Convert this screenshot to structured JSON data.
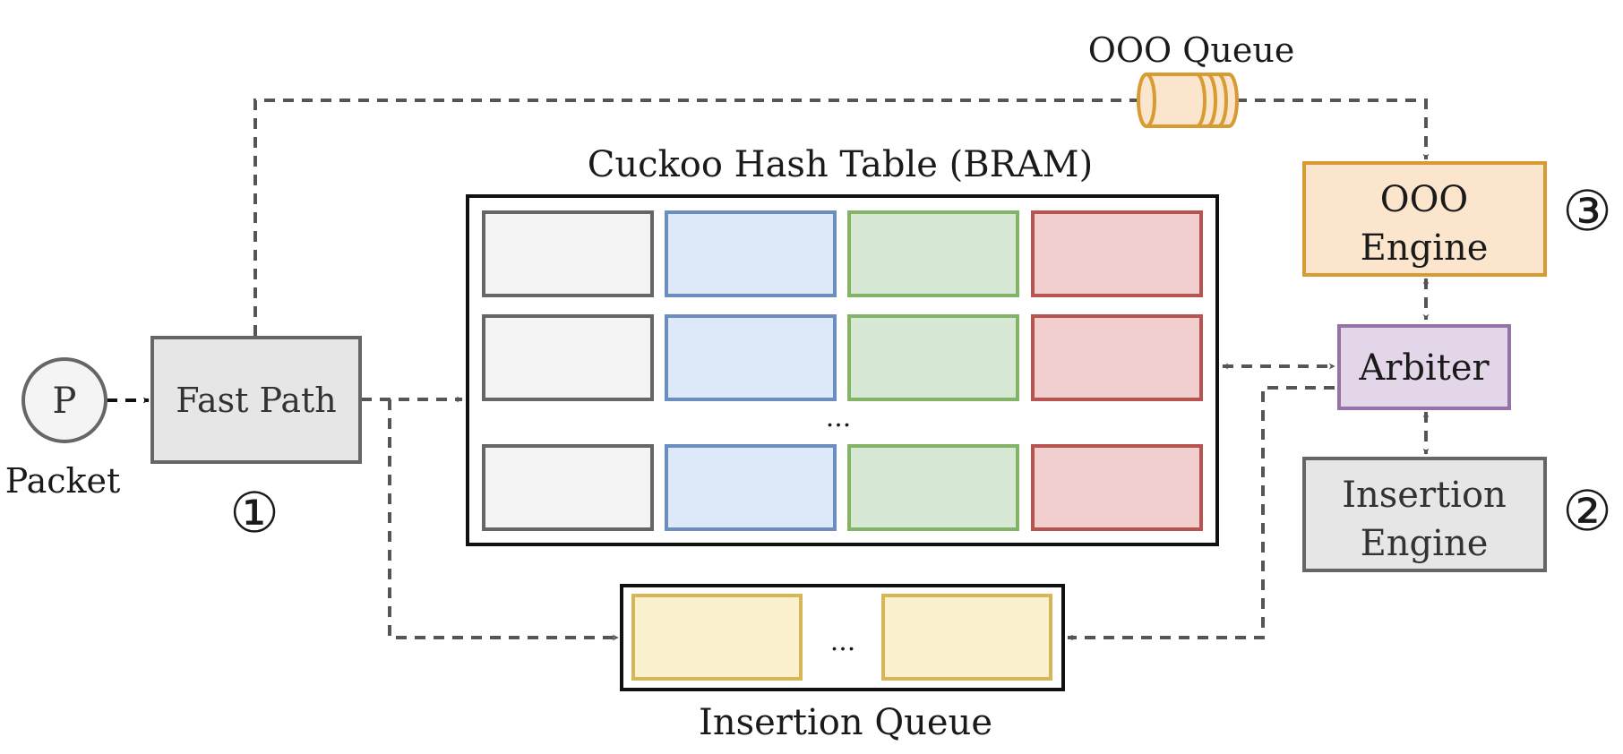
{
  "packet": {
    "symbol": "P",
    "label": "Packet"
  },
  "fast_path": {
    "label": "Fast Path",
    "step": "①"
  },
  "ooo_queue": {
    "label": "OOO Queue"
  },
  "hash_table": {
    "title": "Cuckoo Hash Table (BRAM)",
    "ellipsis": "..."
  },
  "insertion_queue": {
    "label": "Insertion Queue",
    "ellipsis": "..."
  },
  "ooo_engine": {
    "line1": "OOO",
    "line2": "Engine",
    "step": "③"
  },
  "arbiter": {
    "label": "Arbiter"
  },
  "insertion_engine": {
    "line1": "Insertion",
    "line2": "Engine",
    "step": "②"
  },
  "colors": {
    "gray_fill": "#f4f4f4",
    "gray_stroke": "#666666",
    "blue_fill": "#dde8f8",
    "blue_stroke": "#6c8ebf",
    "green_fill": "#d7e8d4",
    "green_stroke": "#82b366",
    "red_fill": "#f1cfcf",
    "red_stroke": "#b85450",
    "yellow_fill": "#fcf1cf",
    "yellow_stroke": "#d6b656",
    "orange_fill": "#fbe6cd",
    "orange_stroke": "#d79b32",
    "purple_fill": "#e2d6e8",
    "purple_stroke": "#9673a6",
    "engine_gray_fill": "#e6e6e6",
    "arrow": "#555555"
  }
}
